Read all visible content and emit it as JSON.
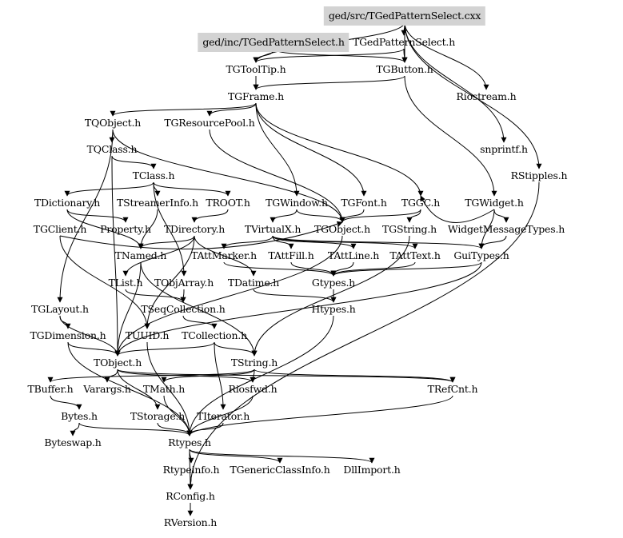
{
  "graph": {
    "kind": "include dependency graph",
    "highlight_color": "#d3d3d3",
    "edge_color": "#000000",
    "nodes": [
      {
        "id": "cxx",
        "label": "ged/src/TGedPatternSelect.cxx",
        "highlighted": true
      },
      {
        "id": "gedinc",
        "label": "ged/inc/TGedPatternSelect.h",
        "highlighted": true
      },
      {
        "id": "tgedps",
        "label": "TGedPatternSelect.h",
        "highlighted": false
      },
      {
        "id": "tgtooltip",
        "label": "TGToolTip.h",
        "highlighted": false
      },
      {
        "id": "tgbutton",
        "label": "TGButton.h",
        "highlighted": false
      },
      {
        "id": "tgframe",
        "label": "TGFrame.h",
        "highlighted": false
      },
      {
        "id": "riostream",
        "label": "Riostream.h",
        "highlighted": false
      },
      {
        "id": "tqobject",
        "label": "TQObject.h",
        "highlighted": false
      },
      {
        "id": "tgrespool",
        "label": "TGResourcePool.h",
        "highlighted": false
      },
      {
        "id": "tqclass",
        "label": "TQClass.h",
        "highlighted": false
      },
      {
        "id": "snprintf",
        "label": "snprintf.h",
        "highlighted": false
      },
      {
        "id": "tclass",
        "label": "TClass.h",
        "highlighted": false
      },
      {
        "id": "rstipples",
        "label": "RStipples.h",
        "highlighted": false
      },
      {
        "id": "tdictionary",
        "label": "TDictionary.h",
        "highlighted": false
      },
      {
        "id": "tstreamerinfo",
        "label": "TStreamerInfo.h",
        "highlighted": false
      },
      {
        "id": "troot",
        "label": "TROOT.h",
        "highlighted": false
      },
      {
        "id": "tgwindow",
        "label": "TGWindow.h",
        "highlighted": false
      },
      {
        "id": "tgfont",
        "label": "TGFont.h",
        "highlighted": false
      },
      {
        "id": "tggc",
        "label": "TGGC.h",
        "highlighted": false
      },
      {
        "id": "tgwidget",
        "label": "TGWidget.h",
        "highlighted": false
      },
      {
        "id": "tgclient",
        "label": "TGClient.h",
        "highlighted": false
      },
      {
        "id": "property",
        "label": "Property.h",
        "highlighted": false
      },
      {
        "id": "tdirectory",
        "label": "TDirectory.h",
        "highlighted": false
      },
      {
        "id": "tvirtualx",
        "label": "TVirtualX.h",
        "highlighted": false
      },
      {
        "id": "tgobject",
        "label": "TGObject.h",
        "highlighted": false
      },
      {
        "id": "tgstring",
        "label": "TGString.h",
        "highlighted": false
      },
      {
        "id": "widgetmsg",
        "label": "WidgetMessageTypes.h",
        "highlighted": false
      },
      {
        "id": "tnamed",
        "label": "TNamed.h",
        "highlighted": false
      },
      {
        "id": "tattmarker",
        "label": "TAttMarker.h",
        "highlighted": false
      },
      {
        "id": "tattfill",
        "label": "TAttFill.h",
        "highlighted": false
      },
      {
        "id": "tattline",
        "label": "TAttLine.h",
        "highlighted": false
      },
      {
        "id": "tatttext",
        "label": "TAttText.h",
        "highlighted": false
      },
      {
        "id": "guitypes",
        "label": "GuiTypes.h",
        "highlighted": false
      },
      {
        "id": "tlist",
        "label": "TList.h",
        "highlighted": false
      },
      {
        "id": "tobjarray",
        "label": "TObjArray.h",
        "highlighted": false
      },
      {
        "id": "tdatime",
        "label": "TDatime.h",
        "highlighted": false
      },
      {
        "id": "gtypes",
        "label": "Gtypes.h",
        "highlighted": false
      },
      {
        "id": "tglayout",
        "label": "TGLayout.h",
        "highlighted": false
      },
      {
        "id": "tseqcoll",
        "label": "TSeqCollection.h",
        "highlighted": false
      },
      {
        "id": "htypes",
        "label": "Htypes.h",
        "highlighted": false
      },
      {
        "id": "tgdimension",
        "label": "TGDimension.h",
        "highlighted": false
      },
      {
        "id": "tuuid",
        "label": "TUUID.h",
        "highlighted": false
      },
      {
        "id": "tcollection",
        "label": "TCollection.h",
        "highlighted": false
      },
      {
        "id": "tobject",
        "label": "TObject.h",
        "highlighted": false
      },
      {
        "id": "tstring",
        "label": "TString.h",
        "highlighted": false
      },
      {
        "id": "tbuffer",
        "label": "TBuffer.h",
        "highlighted": false
      },
      {
        "id": "varargs",
        "label": "Varargs.h",
        "highlighted": false
      },
      {
        "id": "tmath",
        "label": "TMath.h",
        "highlighted": false
      },
      {
        "id": "riosfwd",
        "label": "Riosfwd.h",
        "highlighted": false
      },
      {
        "id": "trefcnt",
        "label": "TRefCnt.h",
        "highlighted": false
      },
      {
        "id": "bytes",
        "label": "Bytes.h",
        "highlighted": false
      },
      {
        "id": "tstorage",
        "label": "TStorage.h",
        "highlighted": false
      },
      {
        "id": "titerator",
        "label": "TIterator.h",
        "highlighted": false
      },
      {
        "id": "byteswap",
        "label": "Byteswap.h",
        "highlighted": false
      },
      {
        "id": "rtypes",
        "label": "Rtypes.h",
        "highlighted": false
      },
      {
        "id": "rtypeinfo",
        "label": "Rtypeinfo.h",
        "highlighted": false
      },
      {
        "id": "tgenericci",
        "label": "TGenericClassInfo.h",
        "highlighted": false
      },
      {
        "id": "dllimport",
        "label": "DllImport.h",
        "highlighted": false
      },
      {
        "id": "rconfig",
        "label": "RConfig.h",
        "highlighted": false
      },
      {
        "id": "rversion",
        "label": "RVersion.h",
        "highlighted": false
      }
    ],
    "edges": [
      [
        "cxx",
        "tgedps"
      ],
      [
        "cxx",
        "tgtooltip"
      ],
      [
        "cxx",
        "tgbutton"
      ],
      [
        "cxx",
        "riostream"
      ],
      [
        "cxx",
        "snprintf"
      ],
      [
        "cxx",
        "rstipples"
      ],
      [
        "gedinc",
        "tgtooltip"
      ],
      [
        "gedinc",
        "tgbutton"
      ],
      [
        "tgedps",
        "tgbutton"
      ],
      [
        "tgedps",
        "tgtooltip"
      ],
      [
        "tgtooltip",
        "tgframe"
      ],
      [
        "tgbutton",
        "tgframe"
      ],
      [
        "tgbutton",
        "tgwidget"
      ],
      [
        "tgframe",
        "tqobject"
      ],
      [
        "tgframe",
        "tgrespool"
      ],
      [
        "tgframe",
        "tgwindow"
      ],
      [
        "tgframe",
        "tgfont"
      ],
      [
        "tgframe",
        "tggc"
      ],
      [
        "tqobject",
        "tqclass"
      ],
      [
        "tqobject",
        "tgobject"
      ],
      [
        "tqobject",
        "tglayout"
      ],
      [
        "tqclass",
        "tclass"
      ],
      [
        "tqclass",
        "tobject"
      ],
      [
        "tclass",
        "tdictionary"
      ],
      [
        "tclass",
        "tstreamerinfo"
      ],
      [
        "tclass",
        "troot"
      ],
      [
        "tclass",
        "tobjarray"
      ],
      [
        "tgrespool",
        "tgobject"
      ],
      [
        "tdictionary",
        "tnamed"
      ],
      [
        "tdictionary",
        "property"
      ],
      [
        "tstreamerinfo",
        "tnamed"
      ],
      [
        "troot",
        "tdirectory"
      ],
      [
        "tgwindow",
        "tgobject"
      ],
      [
        "tgwindow",
        "tvirtualx"
      ],
      [
        "tgfont",
        "tgobject"
      ],
      [
        "tggc",
        "tgobject"
      ],
      [
        "tggc",
        "tgstring"
      ],
      [
        "tgwidget",
        "widgetmsg"
      ],
      [
        "tgwidget",
        "tggc"
      ],
      [
        "tgwidget",
        "guitypes"
      ],
      [
        "tgclient",
        "tgobject"
      ],
      [
        "tgclient",
        "tuuid"
      ],
      [
        "tdirectory",
        "tnamed"
      ],
      [
        "tdirectory",
        "tdatime"
      ],
      [
        "tdirectory",
        "tlist"
      ],
      [
        "tdirectory",
        "tuuid"
      ],
      [
        "tvirtualx",
        "tattmarker"
      ],
      [
        "tvirtualx",
        "tattfill"
      ],
      [
        "tvirtualx",
        "tattline"
      ],
      [
        "tvirtualx",
        "tatttext"
      ],
      [
        "tvirtualx",
        "guitypes"
      ],
      [
        "tgobject",
        "tobject"
      ],
      [
        "tgstring",
        "tstring"
      ],
      [
        "widgetmsg",
        "guitypes"
      ],
      [
        "tnamed",
        "tstring"
      ],
      [
        "tnamed",
        "tobject"
      ],
      [
        "tattmarker",
        "gtypes"
      ],
      [
        "tattfill",
        "gtypes"
      ],
      [
        "tattline",
        "gtypes"
      ],
      [
        "tatttext",
        "gtypes"
      ],
      [
        "guitypes",
        "gtypes"
      ],
      [
        "guitypes",
        "tobject"
      ],
      [
        "tlist",
        "tseqcoll"
      ],
      [
        "tobjarray",
        "tseqcoll"
      ],
      [
        "tdatime",
        "htypes"
      ],
      [
        "gtypes",
        "htypes"
      ],
      [
        "tglayout",
        "tgdimension"
      ],
      [
        "tglayout",
        "tobject"
      ],
      [
        "tseqcoll",
        "tcollection"
      ],
      [
        "tgdimension",
        "tobject"
      ],
      [
        "tgdimension",
        "rtypes"
      ],
      [
        "tuuid",
        "rtypes"
      ],
      [
        "tcollection",
        "tobject"
      ],
      [
        "tcollection",
        "tstring"
      ],
      [
        "tcollection",
        "titerator"
      ],
      [
        "tobject",
        "varargs"
      ],
      [
        "tobject",
        "tstorage"
      ],
      [
        "tobject",
        "riosfwd"
      ],
      [
        "tobject",
        "trefcnt"
      ],
      [
        "tstring",
        "trefcnt"
      ],
      [
        "tstring",
        "riosfwd"
      ],
      [
        "tstring",
        "tmath"
      ],
      [
        "tstring",
        "tbuffer"
      ],
      [
        "tbuffer",
        "bytes"
      ],
      [
        "bytes",
        "byteswap"
      ],
      [
        "bytes",
        "rtypes"
      ],
      [
        "tmath",
        "rtypes"
      ],
      [
        "tstorage",
        "rtypes"
      ],
      [
        "titerator",
        "rtypes"
      ],
      [
        "riosfwd",
        "rtypes"
      ],
      [
        "rtypes",
        "rtypeinfo"
      ],
      [
        "rtypes",
        "tgenericci"
      ],
      [
        "rtypes",
        "dllimport"
      ],
      [
        "rtypes",
        "rconfig"
      ],
      [
        "rtypeinfo",
        "rconfig"
      ],
      [
        "rconfig",
        "rversion"
      ],
      [
        "trefcnt",
        "rtypes"
      ],
      [
        "htypes",
        "rtypes"
      ],
      [
        "rstipples",
        "rconfig"
      ]
    ]
  }
}
